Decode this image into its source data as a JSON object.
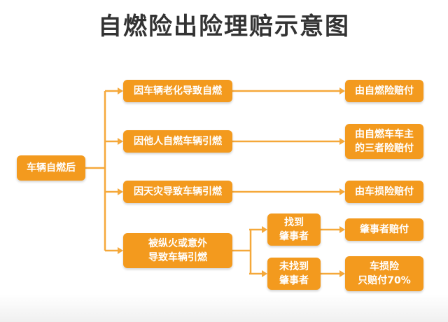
{
  "title": "自燃险出险理赔示意图",
  "colors": {
    "node": "#f39a1e",
    "line": "#f5a83a",
    "title": "#333333"
  },
  "root": "车辆自燃后",
  "causes": [
    "因车辆老化导致自燃",
    "因他人自燃车辆引燃",
    "因天灾导致车辆引燃",
    "被纵火或意外\n导致车辆引燃"
  ],
  "results": [
    "由自燃险赔付",
    "由自燃车车主\n的三者险赔付",
    "由车损险赔付"
  ],
  "sub_branches": [
    "找到\n肇事者",
    "未找到\n肇事者"
  ],
  "sub_results": [
    "肇事者赔付",
    "车损险\n只赔付70%"
  ]
}
